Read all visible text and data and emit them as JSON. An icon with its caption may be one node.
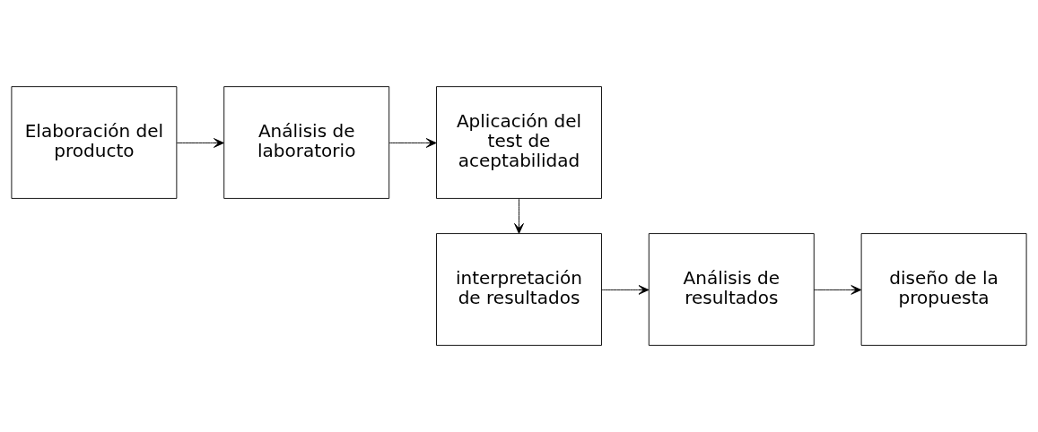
{
  "diagram": {
    "nodes": [
      {
        "text": [
          "Elaboración del producto"
        ]
      },
      {
        "text": [
          "Análisis de laboratorio"
        ]
      },
      {
        "text": [
          "Aplicación del test de aceptabilidad"
        ]
      },
      {
        "text": [
          "interpretación de resultados"
        ]
      },
      {
        "text": [
          "Análisis de resultados"
        ]
      },
      {
        "text": [
          "diseño de la propuesta"
        ]
      }
    ],
    "edges": [
      {
        "from": 0,
        "to": 1,
        "arrow": "to"
      },
      {
        "from": 1,
        "to": 2,
        "arrow": "to"
      },
      {
        "from": 2,
        "to": 3,
        "arrow": "to"
      },
      {
        "from": 3,
        "to": 4,
        "arrow": "to"
      },
      {
        "from": 4,
        "to": 5,
        "arrow": "to"
      }
    ]
  }
}
